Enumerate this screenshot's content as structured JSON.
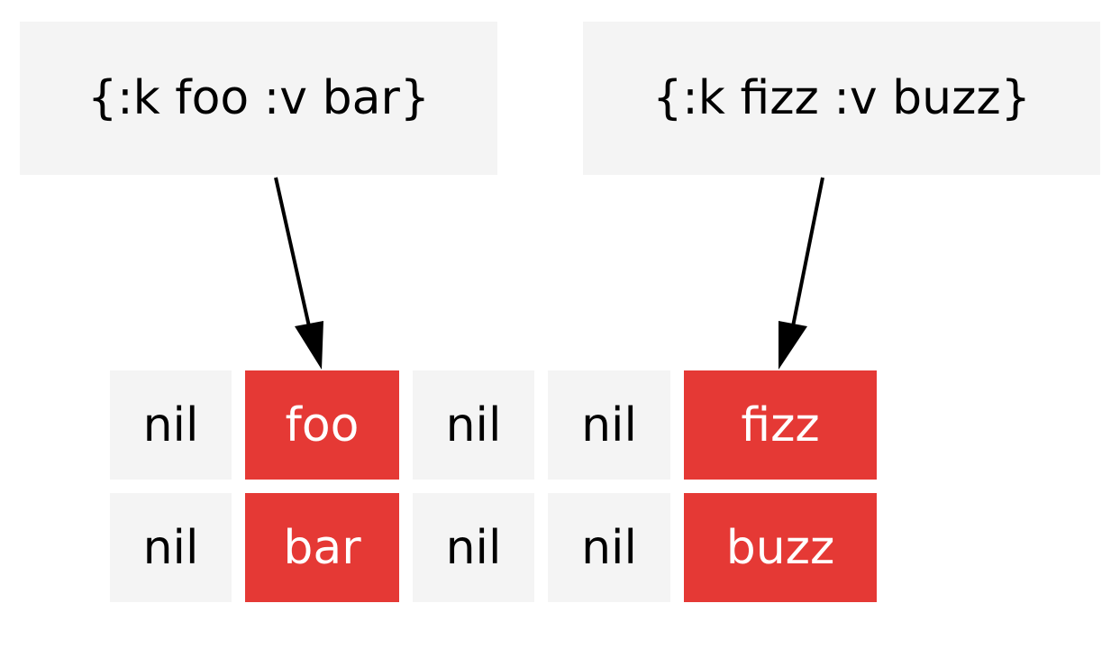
{
  "map_nodes": [
    {
      "label": "{:k foo :v bar}"
    },
    {
      "label": "{:k fizz :v buzz}"
    }
  ],
  "grid": {
    "key_row": [
      {
        "text": "nil",
        "filled": false
      },
      {
        "text": "foo",
        "filled": true
      },
      {
        "text": "nil",
        "filled": false
      },
      {
        "text": "nil",
        "filled": false
      },
      {
        "text": "fizz",
        "filled": true
      }
    ],
    "value_row": [
      {
        "text": "nil",
        "filled": false
      },
      {
        "text": "bar",
        "filled": true
      },
      {
        "text": "nil",
        "filled": false
      },
      {
        "text": "nil",
        "filled": false
      },
      {
        "text": "buzz",
        "filled": true
      }
    ]
  },
  "edges": [
    {
      "from": "{:k foo :v bar}",
      "to": "foo"
    },
    {
      "from": "{:k fizz :v buzz}",
      "to": "fizz"
    }
  ],
  "colors": {
    "node_background": "#f4f4f4",
    "filled_cell": "#e53935",
    "filled_text": "#ffffff",
    "text": "#000000",
    "arrow": "#000000"
  }
}
